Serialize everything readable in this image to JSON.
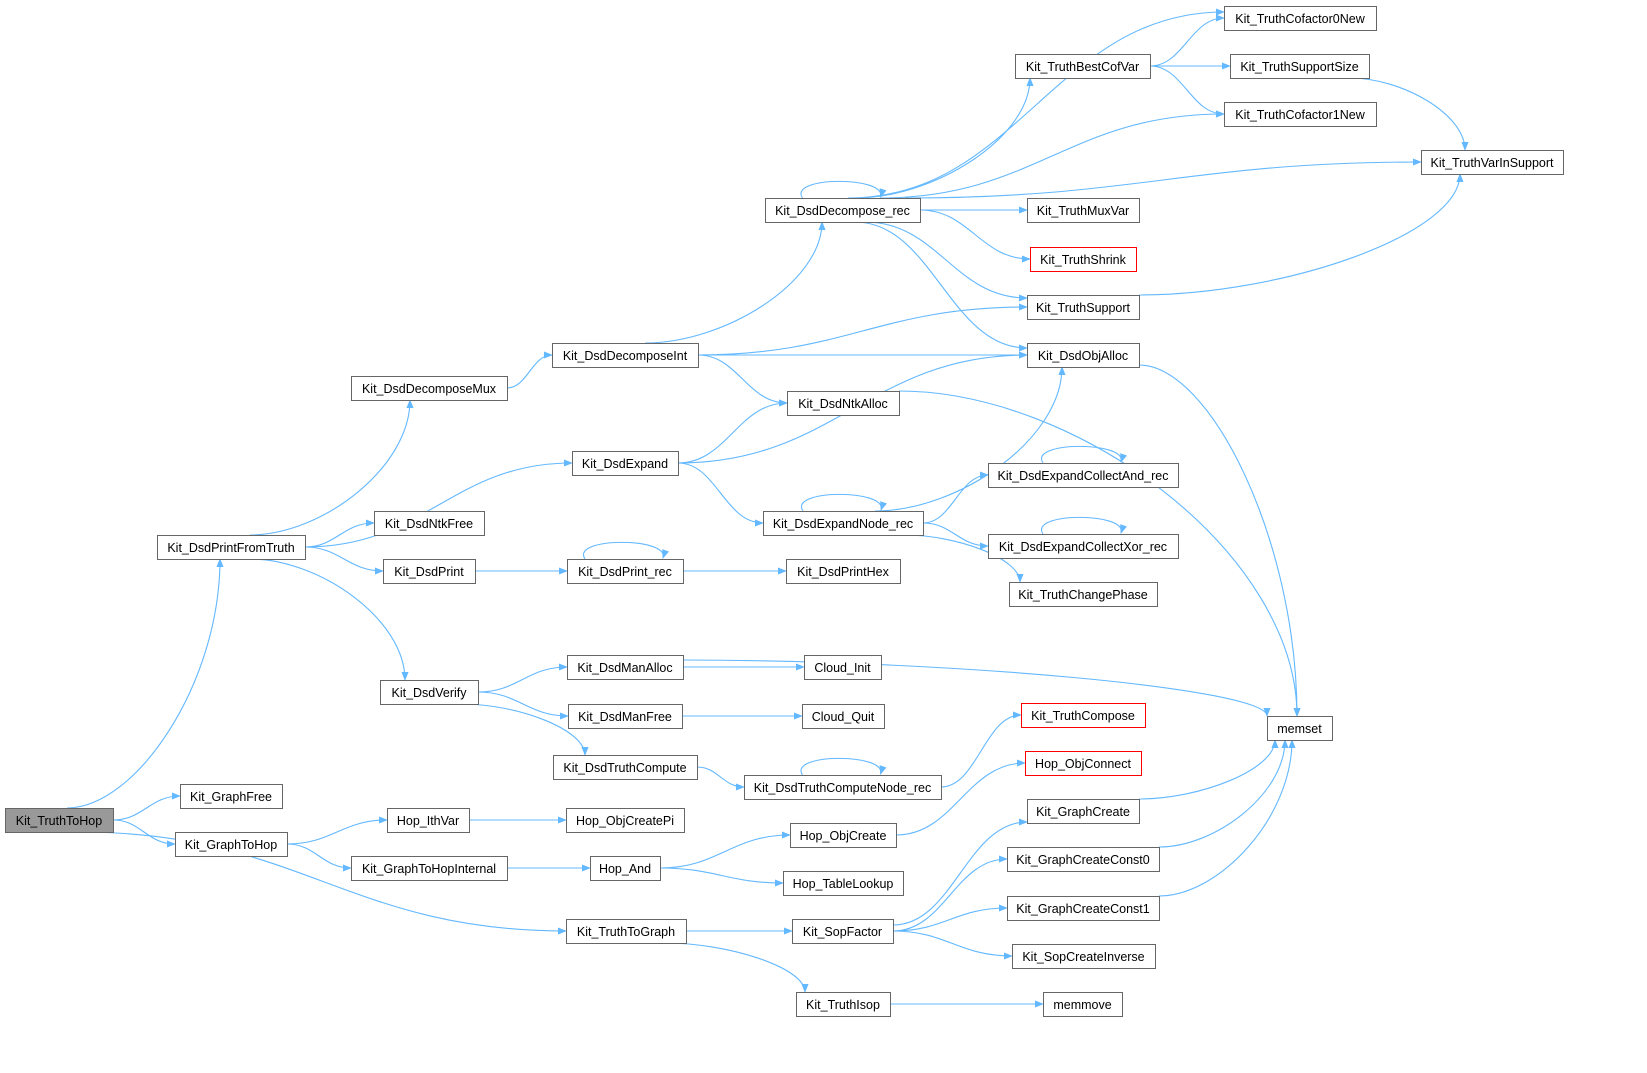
{
  "colors": {
    "edge": "#63b8ff",
    "root_fill": "#999999",
    "node_border": "#666666",
    "highlight_border": "#ff0000"
  },
  "nodes": [
    {
      "id": "TruthToHop",
      "label": "Kit_TruthToHop",
      "root": true
    },
    {
      "id": "DsdPrintFromTruth",
      "label": "Kit_DsdPrintFromTruth"
    },
    {
      "id": "GraphFree",
      "label": "Kit_GraphFree"
    },
    {
      "id": "GraphToHop",
      "label": "Kit_GraphToHop"
    },
    {
      "id": "TruthToGraph",
      "label": "Kit_TruthToGraph"
    },
    {
      "id": "DsdDecomposeMux",
      "label": "Kit_DsdDecomposeMux"
    },
    {
      "id": "DsdExpand",
      "label": "Kit_DsdExpand"
    },
    {
      "id": "DsdNtkFree",
      "label": "Kit_DsdNtkFree"
    },
    {
      "id": "DsdPrint",
      "label": "Kit_DsdPrint"
    },
    {
      "id": "DsdVerify",
      "label": "Kit_DsdVerify"
    },
    {
      "id": "HopIthVar",
      "label": "Hop_IthVar"
    },
    {
      "id": "GraphToHopInternal",
      "label": "Kit_GraphToHopInternal"
    },
    {
      "id": "DsdDecomposeInt",
      "label": "Kit_DsdDecomposeInt"
    },
    {
      "id": "DsdPrintRec",
      "label": "Kit_DsdPrint_rec"
    },
    {
      "id": "DsdManAlloc",
      "label": "Kit_DsdManAlloc"
    },
    {
      "id": "DsdManFree",
      "label": "Kit_DsdManFree"
    },
    {
      "id": "DsdTruthCompute",
      "label": "Kit_DsdTruthCompute"
    },
    {
      "id": "HopObjCreatePi",
      "label": "Hop_ObjCreatePi"
    },
    {
      "id": "HopAnd",
      "label": "Hop_And"
    },
    {
      "id": "DsdDecomposeRec",
      "label": "Kit_DsdDecompose_rec"
    },
    {
      "id": "DsdNtkAlloc",
      "label": "Kit_DsdNtkAlloc"
    },
    {
      "id": "DsdExpandNodeRec",
      "label": "Kit_DsdExpandNode_rec"
    },
    {
      "id": "DsdPrintHex",
      "label": "Kit_DsdPrintHex"
    },
    {
      "id": "CloudInit",
      "label": "Cloud_Init"
    },
    {
      "id": "CloudQuit",
      "label": "Cloud_Quit"
    },
    {
      "id": "DsdTruthComputeNodeRec",
      "label": "Kit_DsdTruthComputeNode_rec"
    },
    {
      "id": "HopObjCreate",
      "label": "Hop_ObjCreate"
    },
    {
      "id": "HopTableLookup",
      "label": "Hop_TableLookup"
    },
    {
      "id": "SopFactor",
      "label": "Kit_SopFactor"
    },
    {
      "id": "TruthIsop",
      "label": "Kit_TruthIsop"
    },
    {
      "id": "TruthBestCofVar",
      "label": "Kit_TruthBestCofVar"
    },
    {
      "id": "TruthMuxVar",
      "label": "Kit_TruthMuxVar"
    },
    {
      "id": "TruthShrink",
      "label": "Kit_TruthShrink",
      "red": true
    },
    {
      "id": "TruthSupport",
      "label": "Kit_TruthSupport"
    },
    {
      "id": "DsdObjAlloc",
      "label": "Kit_DsdObjAlloc"
    },
    {
      "id": "ExpandCollectAnd",
      "label": "Kit_DsdExpandCollectAnd_rec"
    },
    {
      "id": "ExpandCollectXor",
      "label": "Kit_DsdExpandCollectXor_rec"
    },
    {
      "id": "TruthChangePhase",
      "label": "Kit_TruthChangePhase"
    },
    {
      "id": "TruthCompose",
      "label": "Kit_TruthCompose",
      "red": true
    },
    {
      "id": "HopObjConnect",
      "label": "Hop_ObjConnect",
      "red": true
    },
    {
      "id": "GraphCreate",
      "label": "Kit_GraphCreate"
    },
    {
      "id": "GraphCreateConst0",
      "label": "Kit_GraphCreateConst0"
    },
    {
      "id": "GraphCreateConst1",
      "label": "Kit_GraphCreateConst1"
    },
    {
      "id": "SopCreateInverse",
      "label": "Kit_SopCreateInverse"
    },
    {
      "id": "memmove",
      "label": "memmove"
    },
    {
      "id": "Cofactor0New",
      "label": "Kit_TruthCofactor0New"
    },
    {
      "id": "SupportSize",
      "label": "Kit_TruthSupportSize"
    },
    {
      "id": "Cofactor1New",
      "label": "Kit_TruthCofactor1New"
    },
    {
      "id": "VarInSupport",
      "label": "Kit_TruthVarInSupport"
    },
    {
      "id": "memset",
      "label": "memset"
    }
  ],
  "edges": [
    [
      "TruthToHop",
      "DsdPrintFromTruth"
    ],
    [
      "TruthToHop",
      "GraphFree"
    ],
    [
      "TruthToHop",
      "GraphToHop"
    ],
    [
      "TruthToHop",
      "TruthToGraph"
    ],
    [
      "DsdPrintFromTruth",
      "DsdDecomposeMux"
    ],
    [
      "DsdPrintFromTruth",
      "DsdExpand"
    ],
    [
      "DsdPrintFromTruth",
      "DsdNtkFree"
    ],
    [
      "DsdPrintFromTruth",
      "DsdPrint"
    ],
    [
      "DsdPrintFromTruth",
      "DsdVerify"
    ],
    [
      "GraphToHop",
      "HopIthVar"
    ],
    [
      "GraphToHop",
      "GraphToHopInternal"
    ],
    [
      "TruthToGraph",
      "SopFactor"
    ],
    [
      "TruthToGraph",
      "TruthIsop"
    ],
    [
      "DsdDecomposeMux",
      "DsdDecomposeInt"
    ],
    [
      "DsdExpand",
      "DsdNtkAlloc"
    ],
    [
      "DsdExpand",
      "DsdObjAlloc"
    ],
    [
      "DsdExpand",
      "DsdExpandNodeRec"
    ],
    [
      "DsdPrint",
      "DsdPrintRec"
    ],
    [
      "DsdVerify",
      "DsdManAlloc"
    ],
    [
      "DsdVerify",
      "DsdManFree"
    ],
    [
      "DsdVerify",
      "DsdTruthCompute"
    ],
    [
      "HopIthVar",
      "HopObjCreatePi"
    ],
    [
      "GraphToHopInternal",
      "HopAnd"
    ],
    [
      "DsdDecomposeInt",
      "DsdDecomposeRec"
    ],
    [
      "DsdDecomposeInt",
      "TruthSupport"
    ],
    [
      "DsdDecomposeInt",
      "DsdObjAlloc"
    ],
    [
      "DsdDecomposeInt",
      "DsdNtkAlloc"
    ],
    [
      "DsdPrintRec",
      "DsdPrintRec"
    ],
    [
      "DsdPrintRec",
      "DsdPrintHex"
    ],
    [
      "DsdManAlloc",
      "CloudInit"
    ],
    [
      "DsdManAlloc",
      "memset"
    ],
    [
      "DsdManFree",
      "CloudQuit"
    ],
    [
      "DsdTruthCompute",
      "DsdTruthComputeNodeRec"
    ],
    [
      "HopAnd",
      "HopObjCreate"
    ],
    [
      "HopAnd",
      "HopTableLookup"
    ],
    [
      "DsdDecomposeRec",
      "DsdDecomposeRec"
    ],
    [
      "DsdDecomposeRec",
      "Cofactor0New"
    ],
    [
      "DsdDecomposeRec",
      "TruthBestCofVar"
    ],
    [
      "DsdDecomposeRec",
      "Cofactor1New"
    ],
    [
      "DsdDecomposeRec",
      "VarInSupport"
    ],
    [
      "DsdDecomposeRec",
      "TruthMuxVar"
    ],
    [
      "DsdDecomposeRec",
      "TruthShrink"
    ],
    [
      "DsdDecomposeRec",
      "TruthSupport"
    ],
    [
      "DsdDecomposeRec",
      "DsdObjAlloc"
    ],
    [
      "DsdNtkAlloc",
      "memset"
    ],
    [
      "DsdExpandNodeRec",
      "DsdExpandNodeRec"
    ],
    [
      "DsdExpandNodeRec",
      "DsdObjAlloc"
    ],
    [
      "DsdExpandNodeRec",
      "ExpandCollectAnd"
    ],
    [
      "DsdExpandNodeRec",
      "ExpandCollectXor"
    ],
    [
      "DsdExpandNodeRec",
      "TruthChangePhase"
    ],
    [
      "DsdTruthComputeNodeRec",
      "DsdTruthComputeNodeRec"
    ],
    [
      "DsdTruthComputeNodeRec",
      "TruthCompose"
    ],
    [
      "HopObjCreate",
      "HopObjConnect"
    ],
    [
      "SopFactor",
      "GraphCreate"
    ],
    [
      "SopFactor",
      "GraphCreateConst0"
    ],
    [
      "SopFactor",
      "GraphCreateConst1"
    ],
    [
      "SopFactor",
      "SopCreateInverse"
    ],
    [
      "TruthIsop",
      "memmove"
    ],
    [
      "TruthBestCofVar",
      "Cofactor0New"
    ],
    [
      "TruthBestCofVar",
      "SupportSize"
    ],
    [
      "TruthBestCofVar",
      "Cofactor1New"
    ],
    [
      "TruthSupport",
      "VarInSupport"
    ],
    [
      "DsdObjAlloc",
      "memset"
    ],
    [
      "ExpandCollectAnd",
      "ExpandCollectAnd"
    ],
    [
      "ExpandCollectXor",
      "ExpandCollectXor"
    ],
    [
      "GraphCreate",
      "memset"
    ],
    [
      "GraphCreateConst0",
      "memset"
    ],
    [
      "GraphCreateConst1",
      "memset"
    ],
    [
      "SupportSize",
      "VarInSupport"
    ]
  ]
}
